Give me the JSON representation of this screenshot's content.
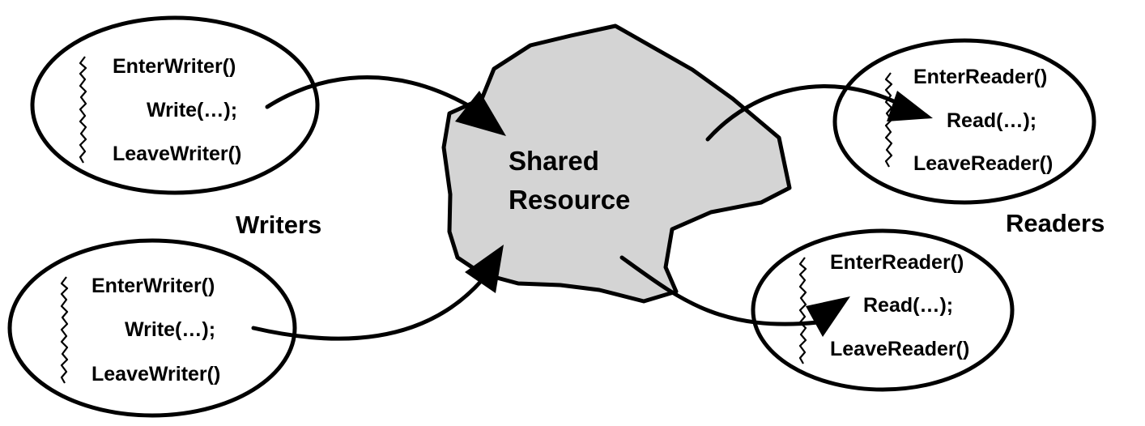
{
  "shared_resource": {
    "line1": "Shared",
    "line2": "Resource"
  },
  "groups": {
    "writers": "Writers",
    "readers": "Readers"
  },
  "writer_top": {
    "enter": "EnterWriter()",
    "op": "Write(…);",
    "leave": "LeaveWriter()"
  },
  "writer_bottom": {
    "enter": "EnterWriter()",
    "op": "Write(…);",
    "leave": "LeaveWriter()"
  },
  "reader_top": {
    "enter": "EnterReader()",
    "op": "Read(…);",
    "leave": "LeaveReader()"
  },
  "reader_bottom": {
    "enter": "EnterReader()",
    "op": "Read(…);",
    "leave": "LeaveReader()"
  },
  "colors": {
    "resource_fill": "#d4d4d4",
    "stroke": "#000000",
    "background": "#ffffff"
  }
}
